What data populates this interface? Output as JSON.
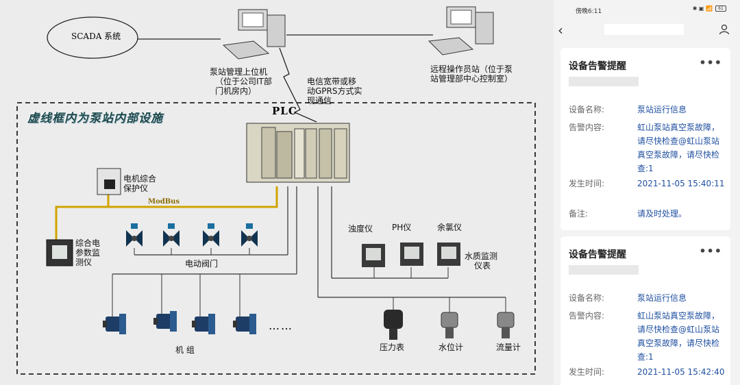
{
  "diagram": {
    "scada_label": "SCADA 系统",
    "host_label": [
      "泵站管理上位机",
      "（位于公司IT部",
      "门机房内）"
    ],
    "remote_label": [
      "远程操作员站（位于泵",
      "站管理部中心控制室）"
    ],
    "comm_label": [
      "电信宽带或移",
      "动GPRS方式实",
      "现通信"
    ],
    "plc_label": "PLC",
    "region_title": "虚线框内为泵站内部设施",
    "motor_protector_label": [
      "电机综合",
      "保护仪"
    ],
    "modbus_label": "ModBus",
    "meter_label": [
      "综合电",
      "参数监",
      "测仪"
    ],
    "valve_label": "电动阀门",
    "unit_label": "机  组",
    "ellipsis": "……",
    "turbidity_label": "浊度仪",
    "ph_label": "PH仪",
    "chlorine_label": "余氯仪",
    "water_quality_label": [
      "水质监测",
      "仪表"
    ],
    "pressure_label": "压力表",
    "level_label": "水位计",
    "flow_label": "流量计"
  },
  "phone": {
    "status_time": "傍晚6:11",
    "status_icons": "✱ ▣ 📶 ",
    "battery": "61",
    "cards": [
      {
        "title": "设备告警提醒",
        "more": "•••",
        "rows": [
          {
            "key": "设备名称:",
            "value": "泵站运行信息"
          },
          {
            "key": "告警内容:",
            "value": "虹山泵站真空泵故障，请尽快检查@虹山泵站真空泵故障，请尽快检查:1"
          },
          {
            "key": "发生时间:",
            "value": "2021-11-05 15:40:11"
          },
          {
            "key": "备注:",
            "value": "请及时处理。"
          }
        ]
      },
      {
        "title": "设备告警提醒",
        "more": "•••",
        "rows": [
          {
            "key": "设备名称:",
            "value": "泵站运行信息"
          },
          {
            "key": "告警内容:",
            "value": "虹山泵站真空泵故障，请尽快检查@虹山泵站真空泵故障，请尽快检查:1"
          },
          {
            "key": "发生时间:",
            "value": "2021-11-05 15:42:40"
          }
        ]
      }
    ]
  }
}
